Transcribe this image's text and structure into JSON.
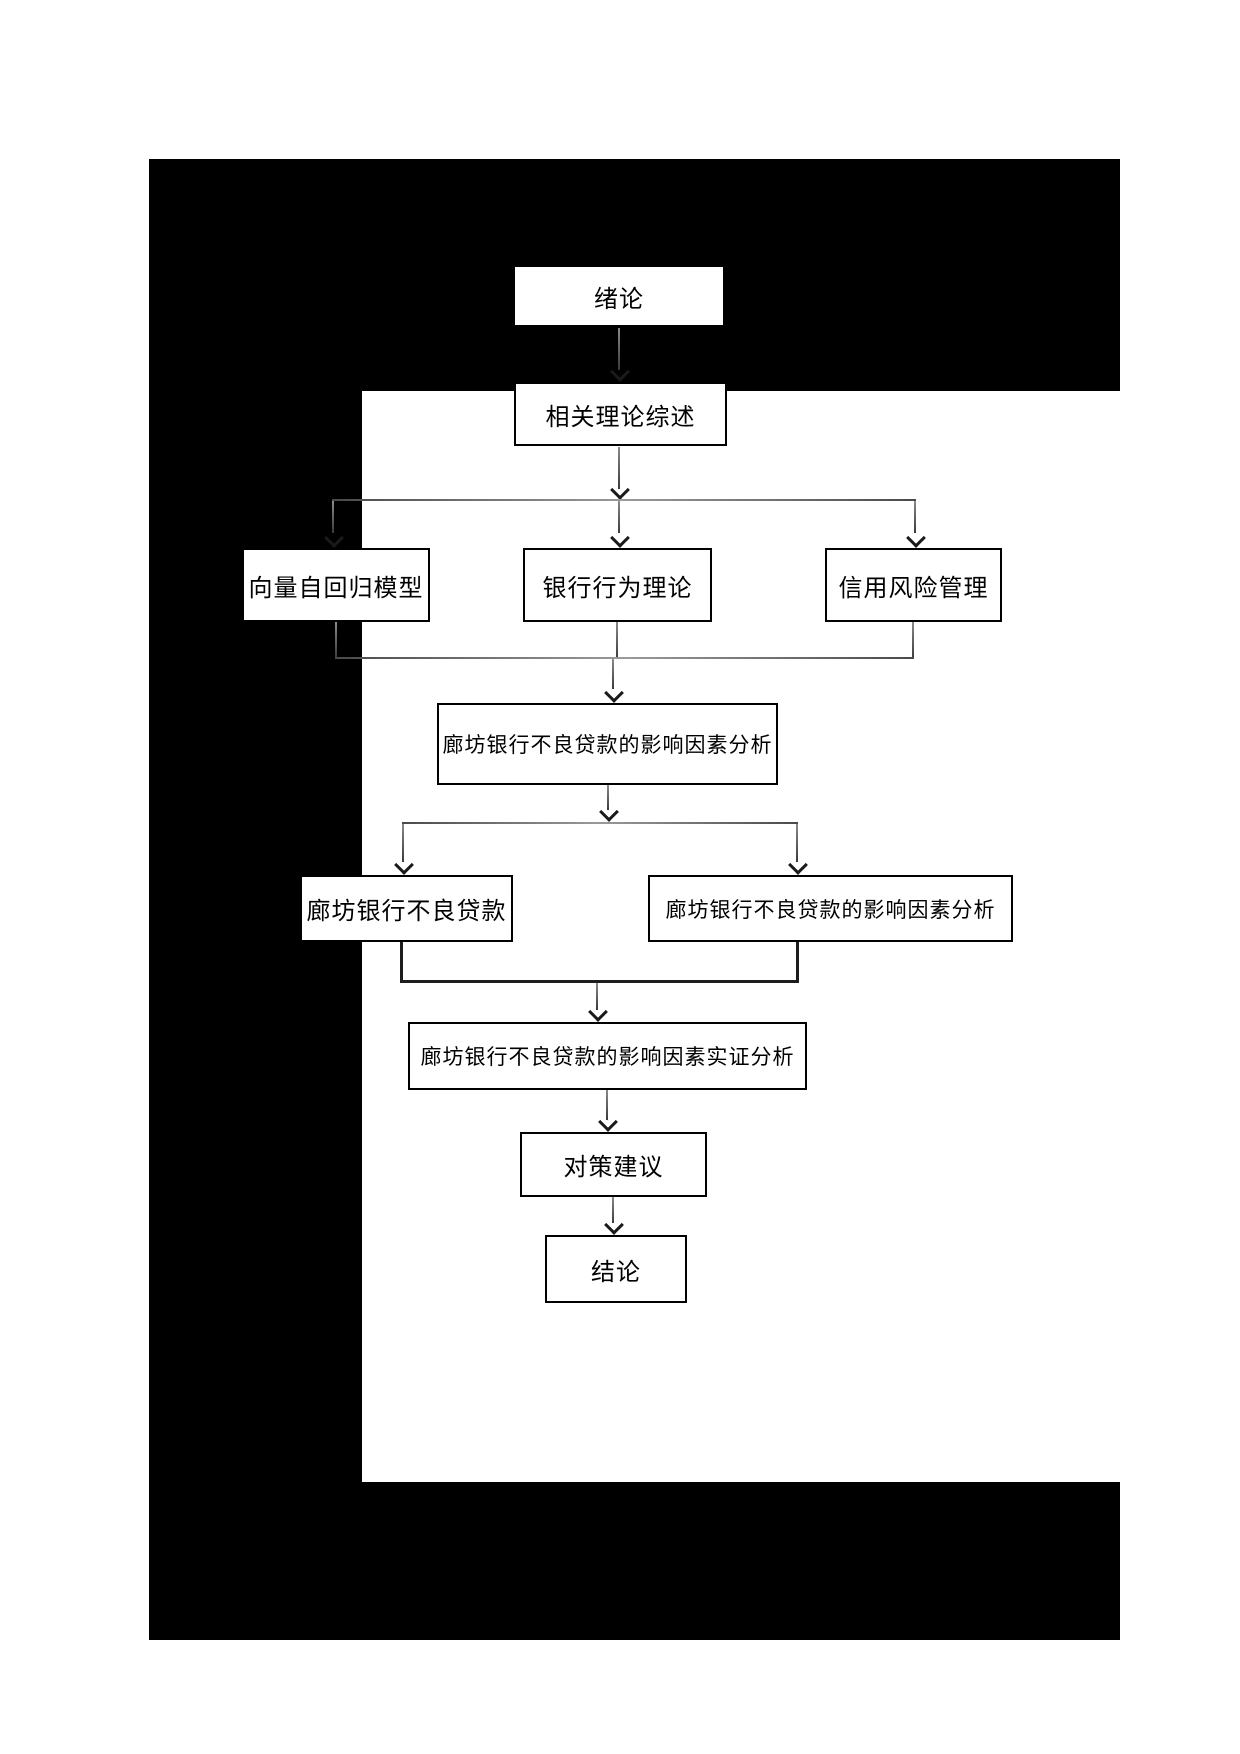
{
  "diagram": {
    "title": "thesis-structure-flowchart",
    "colors": {
      "frame": "#000000",
      "page_background": "#ffffff",
      "box_border": "#000000",
      "text": "#000000",
      "connector": "#4a4a4a"
    },
    "nodes": {
      "intro": {
        "label": "绪论"
      },
      "review": {
        "label": "相关理论综述"
      },
      "var_model": {
        "label": "向量自回归模型"
      },
      "bank_behavior": {
        "label": "银行行为理论"
      },
      "credit_risk": {
        "label": "信用风险管理"
      },
      "factors_analysis": {
        "label": "廊坊银行不良贷款的影响因素分析"
      },
      "npl": {
        "label": "廊坊银行不良贷款"
      },
      "factors_analysis2": {
        "label": "廊坊银行不良贷款的影响因素分析"
      },
      "empirical": {
        "label": "廊坊银行不良贷款的影响因素实证分析"
      },
      "suggestions": {
        "label": "对策建议"
      },
      "conclusion": {
        "label": "结论"
      }
    },
    "edges": [
      {
        "from": "intro",
        "to": "review"
      },
      {
        "from": "review",
        "to": "var_model"
      },
      {
        "from": "review",
        "to": "bank_behavior"
      },
      {
        "from": "review",
        "to": "credit_risk"
      },
      {
        "from": "var_model",
        "to": "factors_analysis"
      },
      {
        "from": "bank_behavior",
        "to": "factors_analysis"
      },
      {
        "from": "credit_risk",
        "to": "factors_analysis"
      },
      {
        "from": "factors_analysis",
        "to": "npl"
      },
      {
        "from": "factors_analysis",
        "to": "factors_analysis2"
      },
      {
        "from": "npl",
        "to": "empirical"
      },
      {
        "from": "factors_analysis2",
        "to": "empirical"
      },
      {
        "from": "empirical",
        "to": "suggestions"
      },
      {
        "from": "suggestions",
        "to": "conclusion"
      }
    ]
  }
}
